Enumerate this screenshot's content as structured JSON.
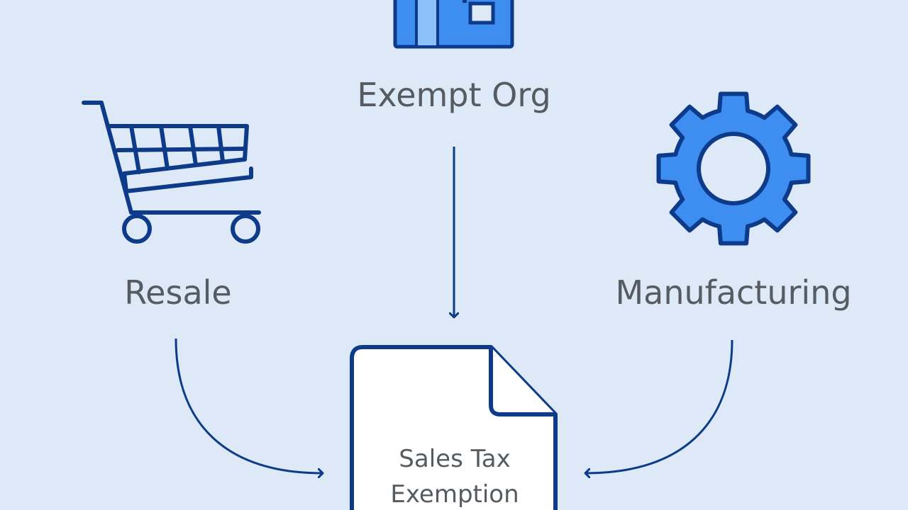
{
  "colors": {
    "background": "#dde9f7",
    "icon_fill": "#3d8ef0",
    "icon_stroke": "#0d3b8a",
    "arrow": "#0d3b8a",
    "document_fill": "#ffffff",
    "text": "#555b61"
  },
  "nodes": {
    "exempt_org": {
      "label": "Exempt Org",
      "icon": "building-icon"
    },
    "resale": {
      "label": "Resale",
      "icon": "shopping-cart-icon"
    },
    "manufacturing": {
      "label": "Manufacturing",
      "icon": "gear-icon"
    }
  },
  "target": {
    "line1": "Sales Tax",
    "line2": "Exemption",
    "icon": "document-icon"
  }
}
